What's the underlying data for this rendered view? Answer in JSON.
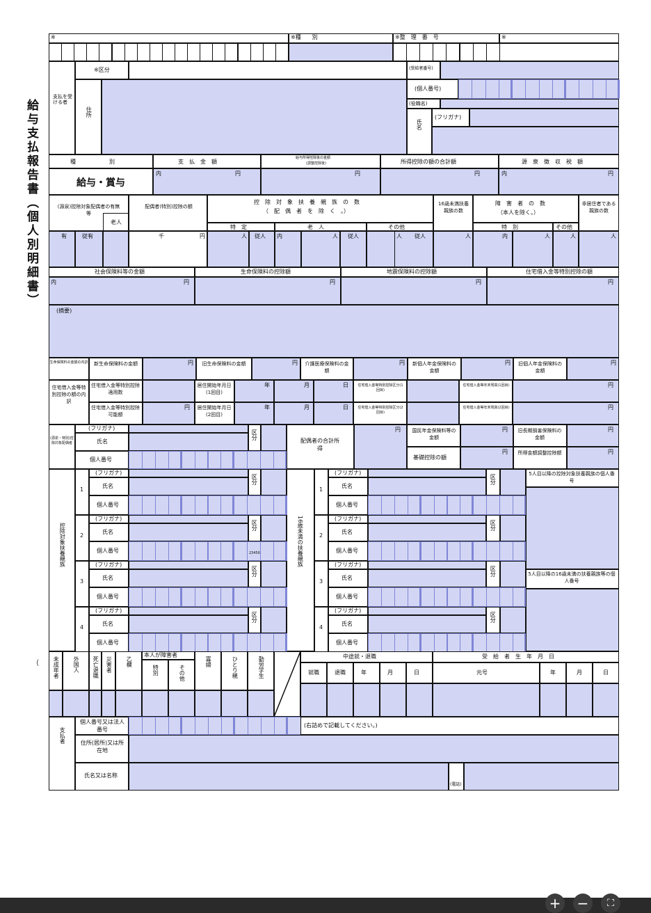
{
  "title": "給与支払報告書（個人別明細書）",
  "open_paren": "（",
  "header": {
    "mark1": "※",
    "kind": "※種　　別",
    "seiri": "※整　理　番　号",
    "mark2": "※"
  },
  "payee": {
    "section": "支払を受ける者",
    "kubun": "※区分",
    "address": "住所",
    "recipient_no": "(受給者番号)",
    "personal_no": "(個人番号)",
    "position": "(役職名)",
    "name": "氏名",
    "furigana": "(フリガナ)"
  },
  "amounts": {
    "kind": "種　　　　　　別",
    "payment": "支　払　金　額",
    "after_deduction": "給与所得控除後の金額",
    "adjusted": "(調整控除後)",
    "deduction_total": "所得控除の額の合計額",
    "withholding": "源　泉　徴　収　税　額",
    "kind_value": "給与・賞与",
    "unit_uchi": "内",
    "unit_yen": "円"
  },
  "dependents_header": {
    "spouse_flag": "(源泉)控除対象配偶者の有無等",
    "elderly": "老人",
    "spouse_deduction": "配偶者(特別)控除の額",
    "count_title": "控　除　対　象　扶　養　親　族　の　数",
    "count_note": "（　配　偶　者　を　除　く　。）",
    "tokutei": "特　定",
    "roujin": "老　人",
    "other": "その他",
    "under16": "16歳未満扶養親族の数",
    "disabled_title": "障　害　者　の　数",
    "disabled_note": "（本人を除く。）",
    "special": "特　別",
    "disabled_other": "その他",
    "nonresident": "非居住者である親族の数",
    "ari": "有",
    "juu": "従有",
    "sen": "千",
    "yen": "円",
    "nin": "人",
    "juunin": "従人",
    "uchi": "内"
  },
  "insurance": {
    "social": "社会保険料等の金額",
    "life": "生命保険料の控除額",
    "earthquake": "地震保険料の控除額",
    "housing": "住宅借入金等特別控除の額",
    "uchi": "内",
    "yen": "円"
  },
  "remarks": "(摘要)",
  "life_detail": {
    "label": "生命保険料の金額の内訳",
    "new_life": "新生命保険料の金額",
    "old_life": "旧生命保険料の金額",
    "care": "介護医療保険料の金額",
    "new_pension": "新個人年金保険料の金額",
    "old_pension": "旧個人年金保険料の金額",
    "yen": "円"
  },
  "housing_detail": {
    "label": "住宅借入金等特別控除の額の内訳",
    "applicable_count": "住宅借入金等特別控除適用数",
    "possible_amount": "住宅借入金等特別控除可能額",
    "start1": "居住開始年月日(1回目)",
    "start2": "居住開始年月日(2回目)",
    "year": "年",
    "month": "月",
    "day": "日",
    "kubun1": "住宅借入金等特別控除区分(1回目)",
    "kubun2": "住宅借入金等特別控除区分(2回目)",
    "balance1": "住宅借入金等年末残高(1回目)",
    "balance2": "住宅借入金等年末残高(2回目)",
    "yen": "円"
  },
  "spouse": {
    "label": "(源泉・特別)控除対象配偶者",
    "furigana": "(フリガナ)",
    "name": "氏名",
    "number": "個人番号",
    "kubun": "区分",
    "income": "配偶者の合計所得",
    "national_pension": "国民年金保険料等の金額",
    "old_longterm": "旧長期損害保険料の金額",
    "basic": "基礎控除の額",
    "adjustment": "所得金額調整控除額",
    "yen": "円"
  },
  "dependents": {
    "label": "控除対象扶養親族",
    "under16_label": "16歳未満の扶養親族",
    "furigana": "(フリガナ)",
    "name": "氏名",
    "number": "個人番号",
    "kubun": "区分",
    "extra1": "5人目以降の控除対象扶養親族の個人番号",
    "extra2": "5人目以降の16歳未満の扶養親族等の個人番号",
    "rows": [
      "1",
      "2",
      "3",
      "4"
    ],
    "small_code": "23456"
  },
  "bottom": {
    "minor": "未成年者",
    "foreigner": "外国人",
    "death": "死亡退職",
    "disaster": "災害者",
    "otsu": "乙欄",
    "self_disabled": "本人が障害者",
    "special": "特別",
    "other": "その他",
    "widow": "寡婦",
    "single_parent": "ひとり親",
    "student": "勤労学生",
    "midyear": "中途就・退職",
    "hire": "就職",
    "retire": "退職",
    "year": "年",
    "month": "月",
    "day": "日",
    "birth": "受　給　者　生　年　月　日",
    "era": "元号"
  },
  "payer": {
    "label": "支払者",
    "number": "個人番号又は法人番号",
    "note": "(右詰めで記載してください。)",
    "address": "住所(居所)又は所在地",
    "name": "氏名又は名称",
    "phone": "(電話)"
  },
  "zoom": {
    "plus": "+",
    "minus": "−",
    "fit": "⛶"
  }
}
